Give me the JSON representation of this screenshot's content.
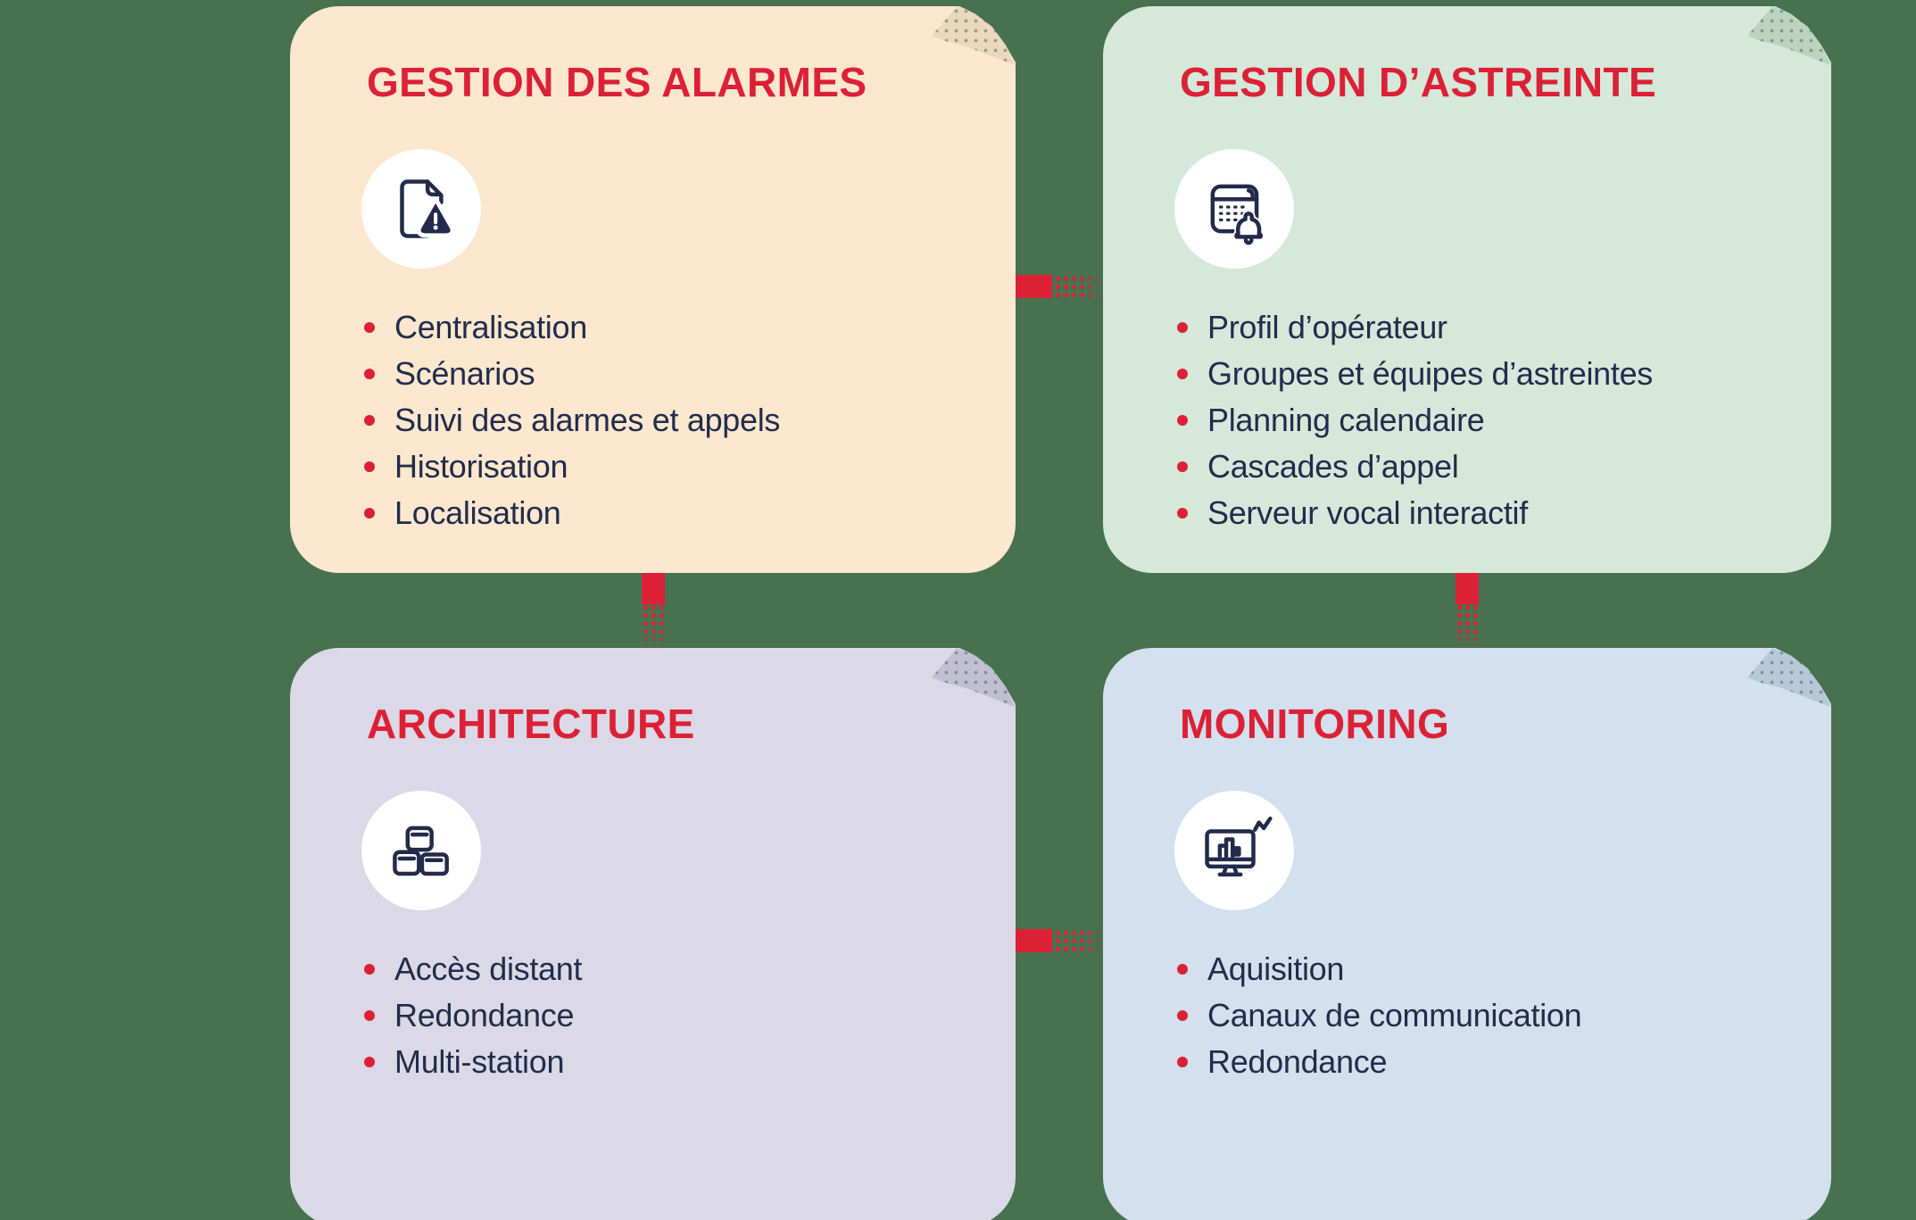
{
  "page": {
    "background": "#47714F",
    "accent_red": "#DC2136",
    "text_navy": "#232C4C",
    "icon_navy": "#222B49",
    "icon_circle_color": "#FFFFFF"
  },
  "cards": [
    {
      "title": "GESTION DES ALARMES",
      "bg": "#FBE8CF",
      "fold": "#ECD7BF",
      "icon": "document-alert-icon",
      "items": [
        "Centralisation",
        "Scénarios",
        "Suivi des alarmes et appels",
        "Historisation",
        "Localisation"
      ]
    },
    {
      "title": "GESTION D’ASTREINTE",
      "bg": "#D6E8DA",
      "fold": "#BCD3C0",
      "icon": "calendar-bell-icon",
      "items": [
        "Profil d’opérateur",
        "Groupes et équipes d’astreintes",
        "Planning calendaire",
        "Cascades d’appel",
        "Serveur vocal interactif"
      ]
    },
    {
      "title": "ARCHITECTURE",
      "bg": "#DBD9E7",
      "fold": "#C2BFD4",
      "icon": "devices-stack-icon",
      "items": [
        "Accès distant",
        "Redondance",
        "Multi-station"
      ]
    },
    {
      "title": "MONITORING",
      "bg": "#D4E0ED",
      "fold": "#B7C8DA",
      "icon": "monitor-chart-icon",
      "items": [
        "Aquisition",
        "Canaux de communication",
        "Redondance"
      ]
    }
  ]
}
